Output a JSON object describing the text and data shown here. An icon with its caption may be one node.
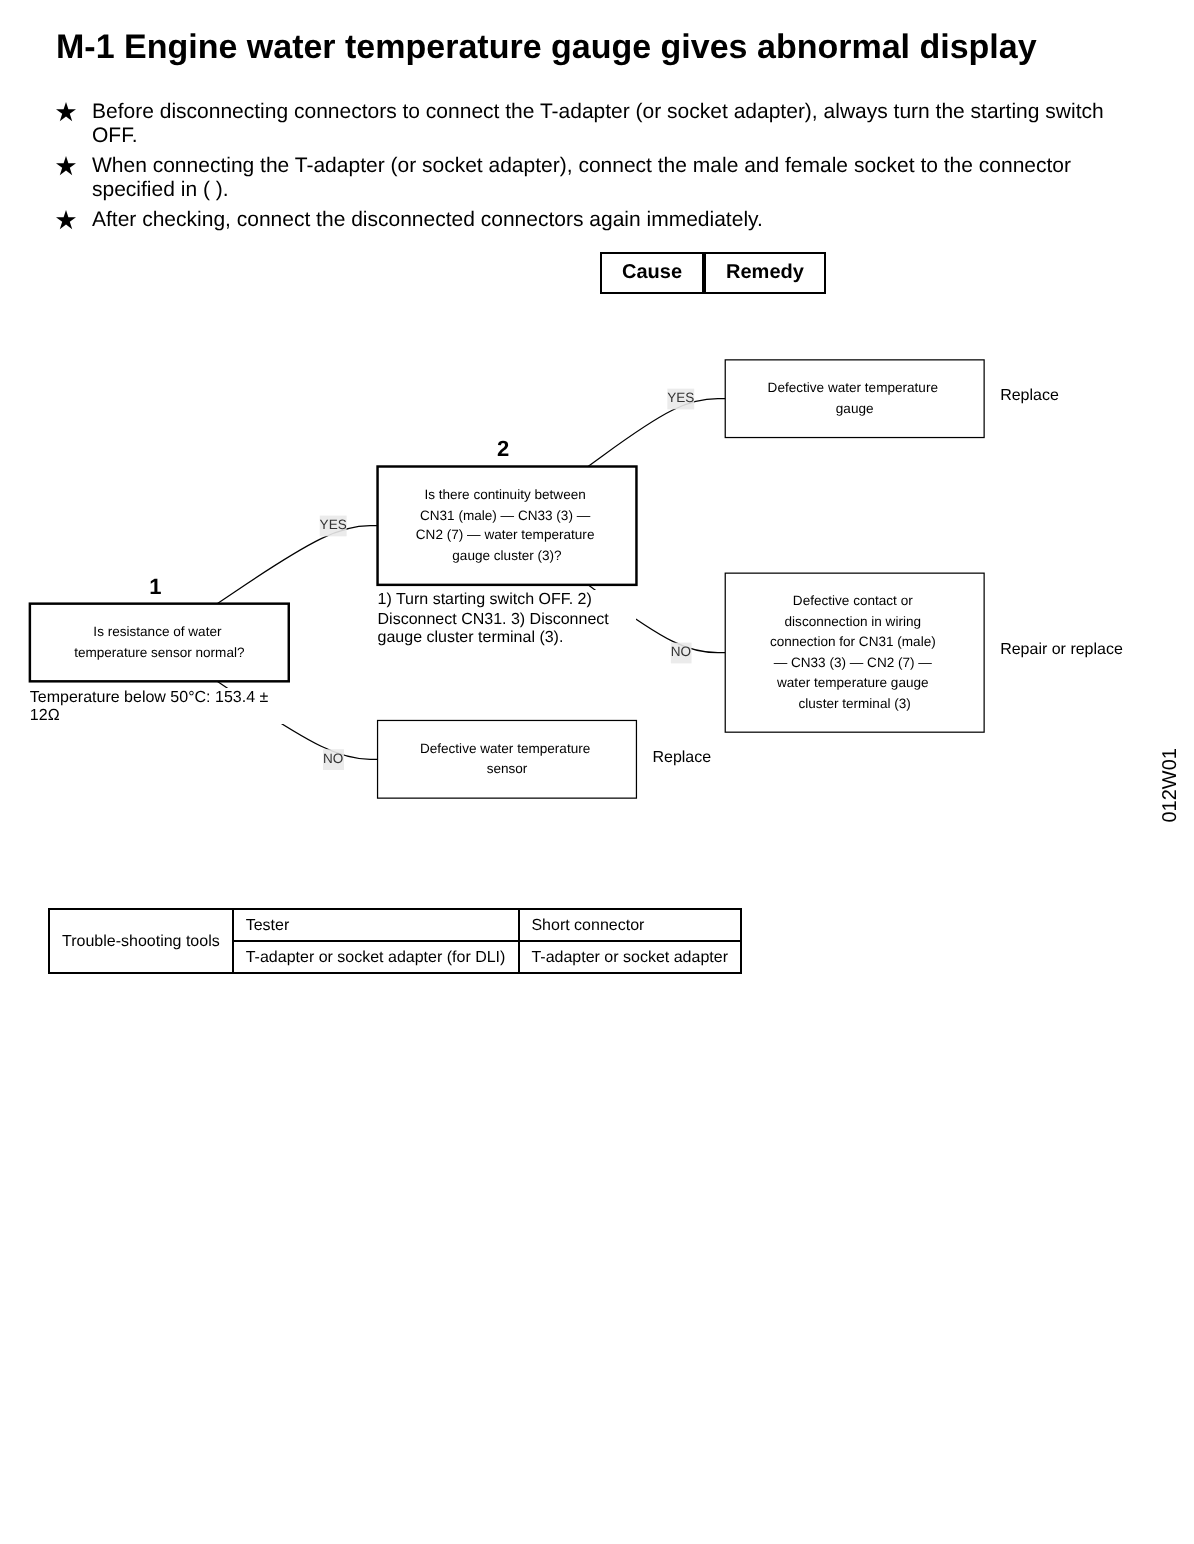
{
  "diagram": {
    "title": "M-1 Engine water temperature gauge gives abnormal display",
    "nodes": [
      {
        "text": [
          "Is resistance of water temperature sensor normal?"
        ],
        "beside": [
          "1",
          "Temperature below 50°C: 153.4 ± 12Ω"
        ]
      },
      {
        "text": [
          "Is there continuity between CN31 (male) — CN33 (3) — CN2 (7) — water temperature gauge cluster (3)?"
        ],
        "beside": [
          "2",
          "1) Turn starting switch OFF. 2) Disconnect CN31. 3) Disconnect gauge cluster terminal (3)."
        ]
      },
      {
        "text": [
          "Defective water temperature gauge"
        ],
        "beside": [
          "Replace"
        ]
      },
      {
        "text": [
          "Defective contact or disconnection in wiring connection for CN31 (male) — CN33 (3) — CN2 (7) — water temperature gauge cluster terminal (3)"
        ],
        "beside": [
          "Repair or replace"
        ]
      },
      {
        "text": [
          "Defective water temperature sensor"
        ],
        "beside": [
          "Replace"
        ]
      }
    ],
    "edges": [
      {
        "from": 0,
        "to": 1,
        "arrow": "none",
        "label": "YES"
      },
      {
        "from": 1,
        "to": 2,
        "arrow": "none",
        "label": "YES"
      },
      {
        "from": 1,
        "to": 3,
        "arrow": "none",
        "label": "NO"
      },
      {
        "from": 0,
        "to": 4,
        "arrow": "none",
        "label": "NO"
      }
    ],
    "labels": [
      "Before disconnecting connectors to connect the T-adapter (or socket adapter), always turn the starting switch OFF.",
      "When connecting the T-adapter (or socket adapter), connect the male and female socket to the connector specified in (     ).",
      "After checking, connect the disconnected connectors again immediately.",
      "Cause",
      "Remedy",
      "Trouble-shooting tools",
      "Tester",
      "Short connector",
      "T-adapter or socket adapter (for DLI)",
      "T-adapter or socket adapter",
      "012W01"
    ]
  }
}
